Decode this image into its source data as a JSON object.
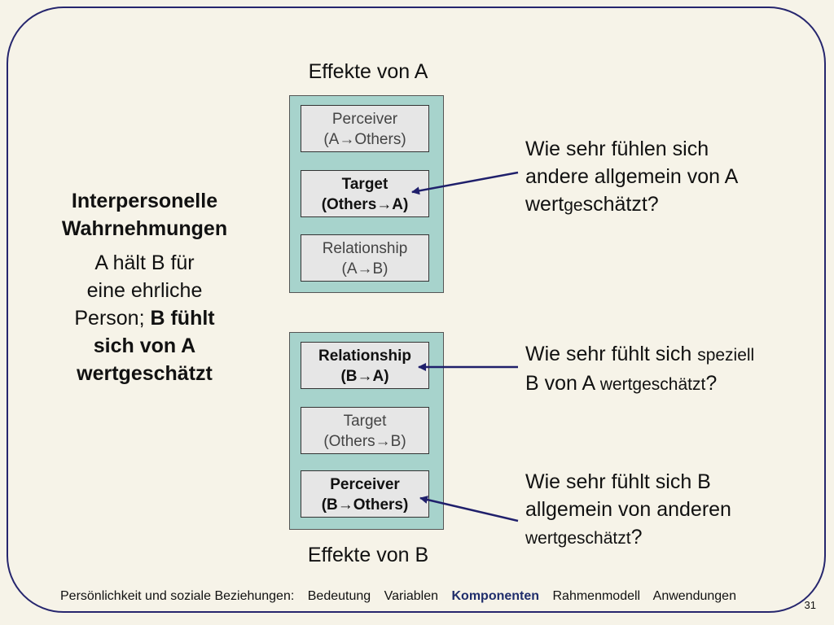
{
  "effects_a": {
    "title": "Effekte von A",
    "boxes": [
      {
        "line1": "Perceiver",
        "line2": "(A→Others)"
      },
      {
        "line1": "Target",
        "line2": "(Others→A)"
      },
      {
        "line1": "Relationship",
        "line2": "(A→B)"
      }
    ]
  },
  "effects_b": {
    "title": "Effekte von B",
    "boxes": [
      {
        "line1": "Relationship",
        "line2": "(B→A)"
      },
      {
        "line1": "Target",
        "line2": "(Others→B)"
      },
      {
        "line1": "Perceiver",
        "line2": "(B→Others)"
      }
    ]
  },
  "left": {
    "heading_line1": "Interpersonelle",
    "heading_line2": "Wahrnehmungen",
    "text_line1": "A hält B für",
    "text_line2": "eine ehrliche",
    "text_line3a": "Person; ",
    "text_line3b": "B fühlt",
    "text_line4": "sich von A",
    "text_line5": "wertgeschätzt"
  },
  "questions": {
    "q1_line1": "Wie sehr fühlen sich",
    "q1_line2": "andere allgemein von A",
    "q1_line3a": "wert",
    "q1_line3b": "ge",
    "q1_line3c": "schätzt?",
    "q2_line1a": "Wie sehr fühlt sich ",
    "q2_line1b": "speziell",
    "q2_line2a": "B von A ",
    "q2_line2b": "wertgeschätzt",
    "q2_line2c": "?",
    "q3_line1": "Wie sehr fühlt sich B",
    "q3_line2": "allgemein von anderen",
    "q3_line3a": "wertgeschätzt",
    "q3_line3b": "?"
  },
  "footer": {
    "items": [
      "Persönlichkeit und soziale Beziehungen:",
      "Bedeutung",
      "Variablen",
      "Komponenten",
      "Rahmenmodell",
      "Anwendungen"
    ],
    "active_index": 3,
    "page_number": "31"
  },
  "colors": {
    "panel": "#a7d3cc",
    "box": "#e6e6e6",
    "arrow": "#1f1f6b",
    "frame": "#26266e",
    "background": "#f6f3e8"
  }
}
